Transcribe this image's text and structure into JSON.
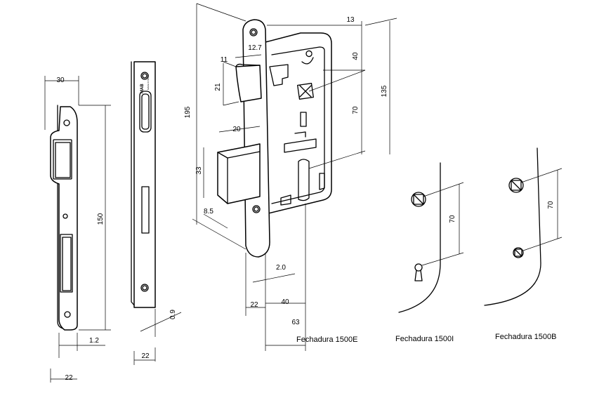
{
  "dimensions": {
    "strike_width": "30",
    "strike_height": "150",
    "strike_thickness": "1.2",
    "strike_depth": "22",
    "faceplate_thickness": "0.9",
    "faceplate_depth": "22",
    "lock_backset_thickness": "13",
    "lock_top_to_key": "40",
    "lock_key_to_cylinder": "70",
    "lock_total_height": "135",
    "lock_faceplate_height": "195",
    "latch_width": "11",
    "latch_offset": "12.7",
    "latch_height": "21",
    "bolt_width": "20",
    "bolt_height": "33",
    "bolt_throw": "8.5",
    "faceplate_offset": "2.0",
    "faceplate_width": "22",
    "backset": "40",
    "case_width": "63",
    "escutcheon_i_distance": "70",
    "escutcheon_b_distance": "70"
  },
  "captions": {
    "lock_e": "Fechadura 1500E",
    "lock_i": "Fechadura 1500I",
    "lock_b": "Fechadura 1500B"
  },
  "faceplate_marks": {
    "brand": "MAB",
    "origin": "MADE IN SPAIN"
  }
}
